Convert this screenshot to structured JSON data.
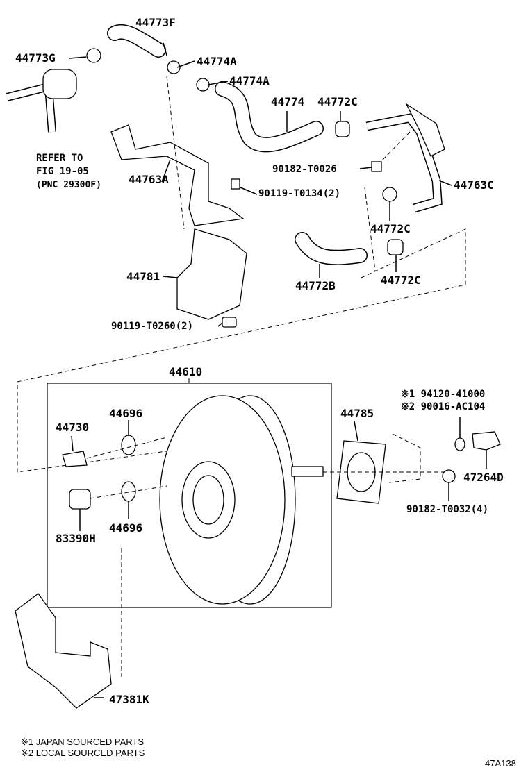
{
  "parts": [
    {
      "id": "p1",
      "label": "44773F"
    },
    {
      "id": "p2",
      "label": "44773G"
    },
    {
      "id": "p3",
      "label": "44774A"
    },
    {
      "id": "p4",
      "label": "44774A"
    },
    {
      "id": "p5",
      "label": "44774"
    },
    {
      "id": "p6",
      "label": "44772C"
    },
    {
      "id": "p7",
      "label": "44763A"
    },
    {
      "id": "p8",
      "label": "90182-T0026"
    },
    {
      "id": "p9",
      "label": "90119-T0134(2)"
    },
    {
      "id": "p10",
      "label": "44763C"
    },
    {
      "id": "p11",
      "label": "44772C"
    },
    {
      "id": "p12",
      "label": "44781"
    },
    {
      "id": "p13",
      "label": "44772B"
    },
    {
      "id": "p14",
      "label": "44772C"
    },
    {
      "id": "p15",
      "label": "90119-T0260(2)"
    },
    {
      "id": "p16",
      "label": "44610"
    },
    {
      "id": "p17",
      "label": "※1 94120-41000"
    },
    {
      "id": "p18",
      "label": "※2 90016-AC104"
    },
    {
      "id": "p19",
      "label": "44696"
    },
    {
      "id": "p20",
      "label": "44785"
    },
    {
      "id": "p21",
      "label": "44730"
    },
    {
      "id": "p22",
      "label": "47264D"
    },
    {
      "id": "p23",
      "label": "90182-T0032(4)"
    },
    {
      "id": "p24",
      "label": "44696"
    },
    {
      "id": "p25",
      "label": "83390H"
    },
    {
      "id": "p26",
      "label": "47381K"
    }
  ],
  "reference": [
    "REFER TO",
    "FIG 19-05",
    "(PNC 29300F)"
  ],
  "footnotes": [
    "※1 JAPAN SOURCED PARTS",
    "※2 LOCAL SOURCED PARTS"
  ],
  "figure_id": "47A138"
}
